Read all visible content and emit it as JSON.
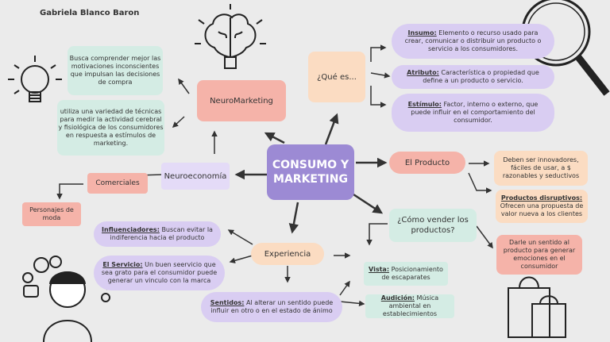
{
  "author": "Gabriela Blanco Baron",
  "central": "CONSUMO Y MARKETING",
  "neuromarketing": {
    "title": "NeuroMarketing",
    "desc1": "Busca comprender mejor las motivaciones inconscientes que impulsan las decisiones de compra",
    "desc2": "utiliza una variedad de técnicas para medir la actividad cerebral y fisiológica de los consumidores en respuesta a estímulos de marketing."
  },
  "neuroeconomia": "Neuroeconomía",
  "comerciales": "Comerciales",
  "personajes": "Personajes de moda",
  "que_es": {
    "title": "¿Qué es...",
    "insumo_label": "Insumo:",
    "insumo_text": "Elemento o recurso usado para crear, comunicar o distribuir un producto o servicio a los consumidores.",
    "atributo_label": "Atributo:",
    "atributo_text": "Característica o propiedad que define a un producto o servicio.",
    "estimulo_label": "Estímulo:",
    "estimulo_text": "Factor, interno o externo, que puede influir en el comportamiento del consumidor."
  },
  "producto": {
    "title": "El Producto",
    "d1": "Deben ser innovadores, fáciles de usar, a $ razonables y seductivos",
    "d2_label": "Productos disruptivos:",
    "d2_text": "Ofrecen una propuesta de valor nueva a los clientes"
  },
  "vender": {
    "title": "¿Cómo vender los productos?",
    "desc": "Darle un sentido al producto para generar emociones en el consumidor"
  },
  "experiencia": {
    "title": "Experiencia",
    "influ_label": "Influenciadores:",
    "influ_text": "Buscan evitar la indiferencia hacia el producto",
    "servicio_label": "El Servicio:",
    "servicio_text": "Un buen seervicio que sea grato para el consumidor puede generar un vinculo con la marca",
    "sentidos_label": "Sentidos:",
    "sentidos_text": "Al alterar un sentido puede influir en otro o en el estado de ánimo",
    "vista_label": "Vista:",
    "vista_text": "Posicionamiento de escaparates",
    "audicion_label": "Audición:",
    "audicion_text": "Música ambiental en establecimientos"
  }
}
